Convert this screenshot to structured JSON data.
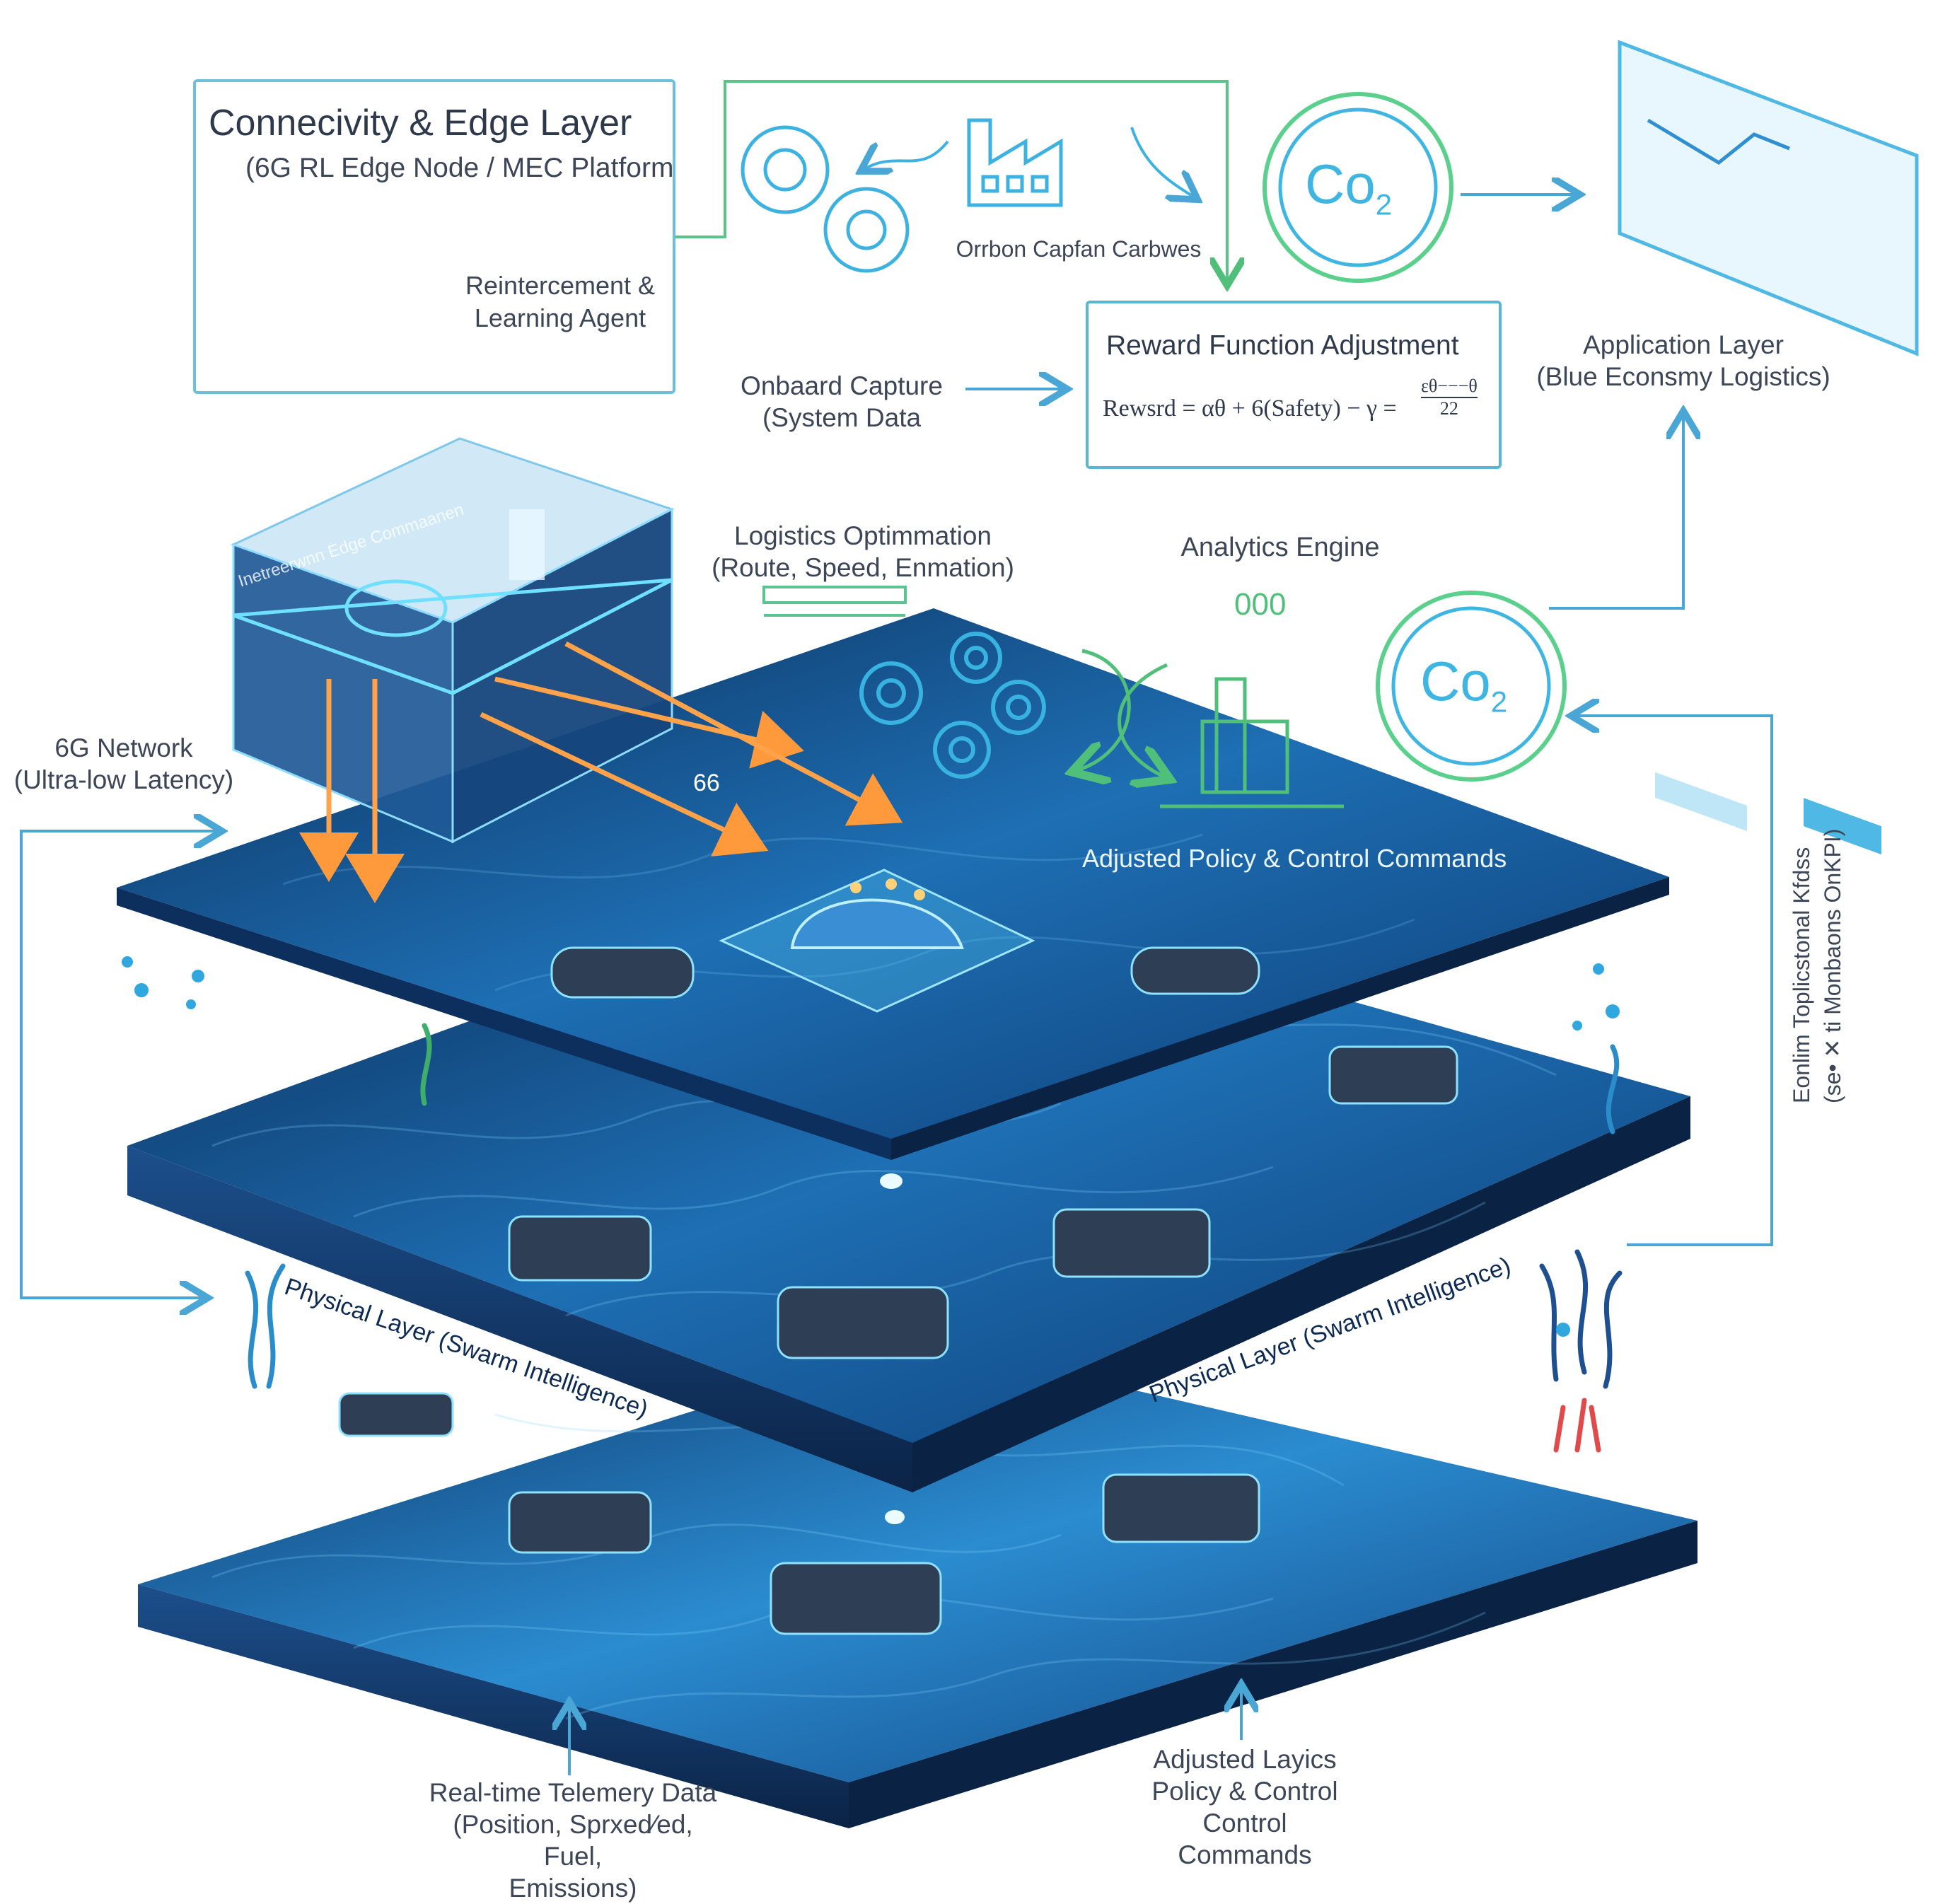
{
  "edge_layer": {
    "title": "Connecivity & Edge Layer",
    "subtitle": "(6G RL Edge Node / MEC Platform",
    "agent_label": "Reintercement &\nLearning Agent"
  },
  "carbon_capture": {
    "label": "Orrbon Capfan Carbwes"
  },
  "co2": {
    "label": "Co",
    "sub": "2"
  },
  "reward": {
    "title": "Reward Function Adjustment",
    "formula_left": "Rewsrd = αθ + 6(Safety) − γ =",
    "formula_num": "εθ−−−θ",
    "formula_den": "22"
  },
  "onboard_capture": {
    "label": "Onbaard Capture\n(System Data"
  },
  "application_layer": {
    "label": "Application Layer\n(Blue Econsmy Logistics)"
  },
  "logistics": {
    "label": "Logistics Optimmation\n(Route, Speed, Enmation)"
  },
  "analytics": {
    "label": "Analytics Engine"
  },
  "sixg_network": {
    "label": "6G Network\n(Ultra-low Latency)"
  },
  "edge_node_caption": "Inetreerwnn Edge Commaanen",
  "sixg_mark": "66",
  "counter": "000",
  "adjusted_policy": "Adjusted Policy & Control Commands",
  "physical_layer_left": "Physical Layer (Swarm Intelligence)",
  "physical_layer_right": "Physical Layer (Swarm Intelligence)",
  "side_text": {
    "line1": "Eonlim Toplicstonal Kfdss",
    "line2": "(se• ✕ ti Monbaons OnKPI)"
  },
  "telemetry": {
    "label": "Real-time Telemery Data\n(Position, Sprxed∕ed, Fuel,\nEmissions)"
  },
  "adjusted_bottom": {
    "label": "Adjusted Layics\nPolicy & Control\nControl\nCommands"
  },
  "colors": {
    "accent": "#5bb6d6",
    "green": "#58c48a",
    "orange": "#ff9a3c",
    "ocean_dark": "#0b2a56",
    "ocean_light": "#2f8fd0"
  }
}
